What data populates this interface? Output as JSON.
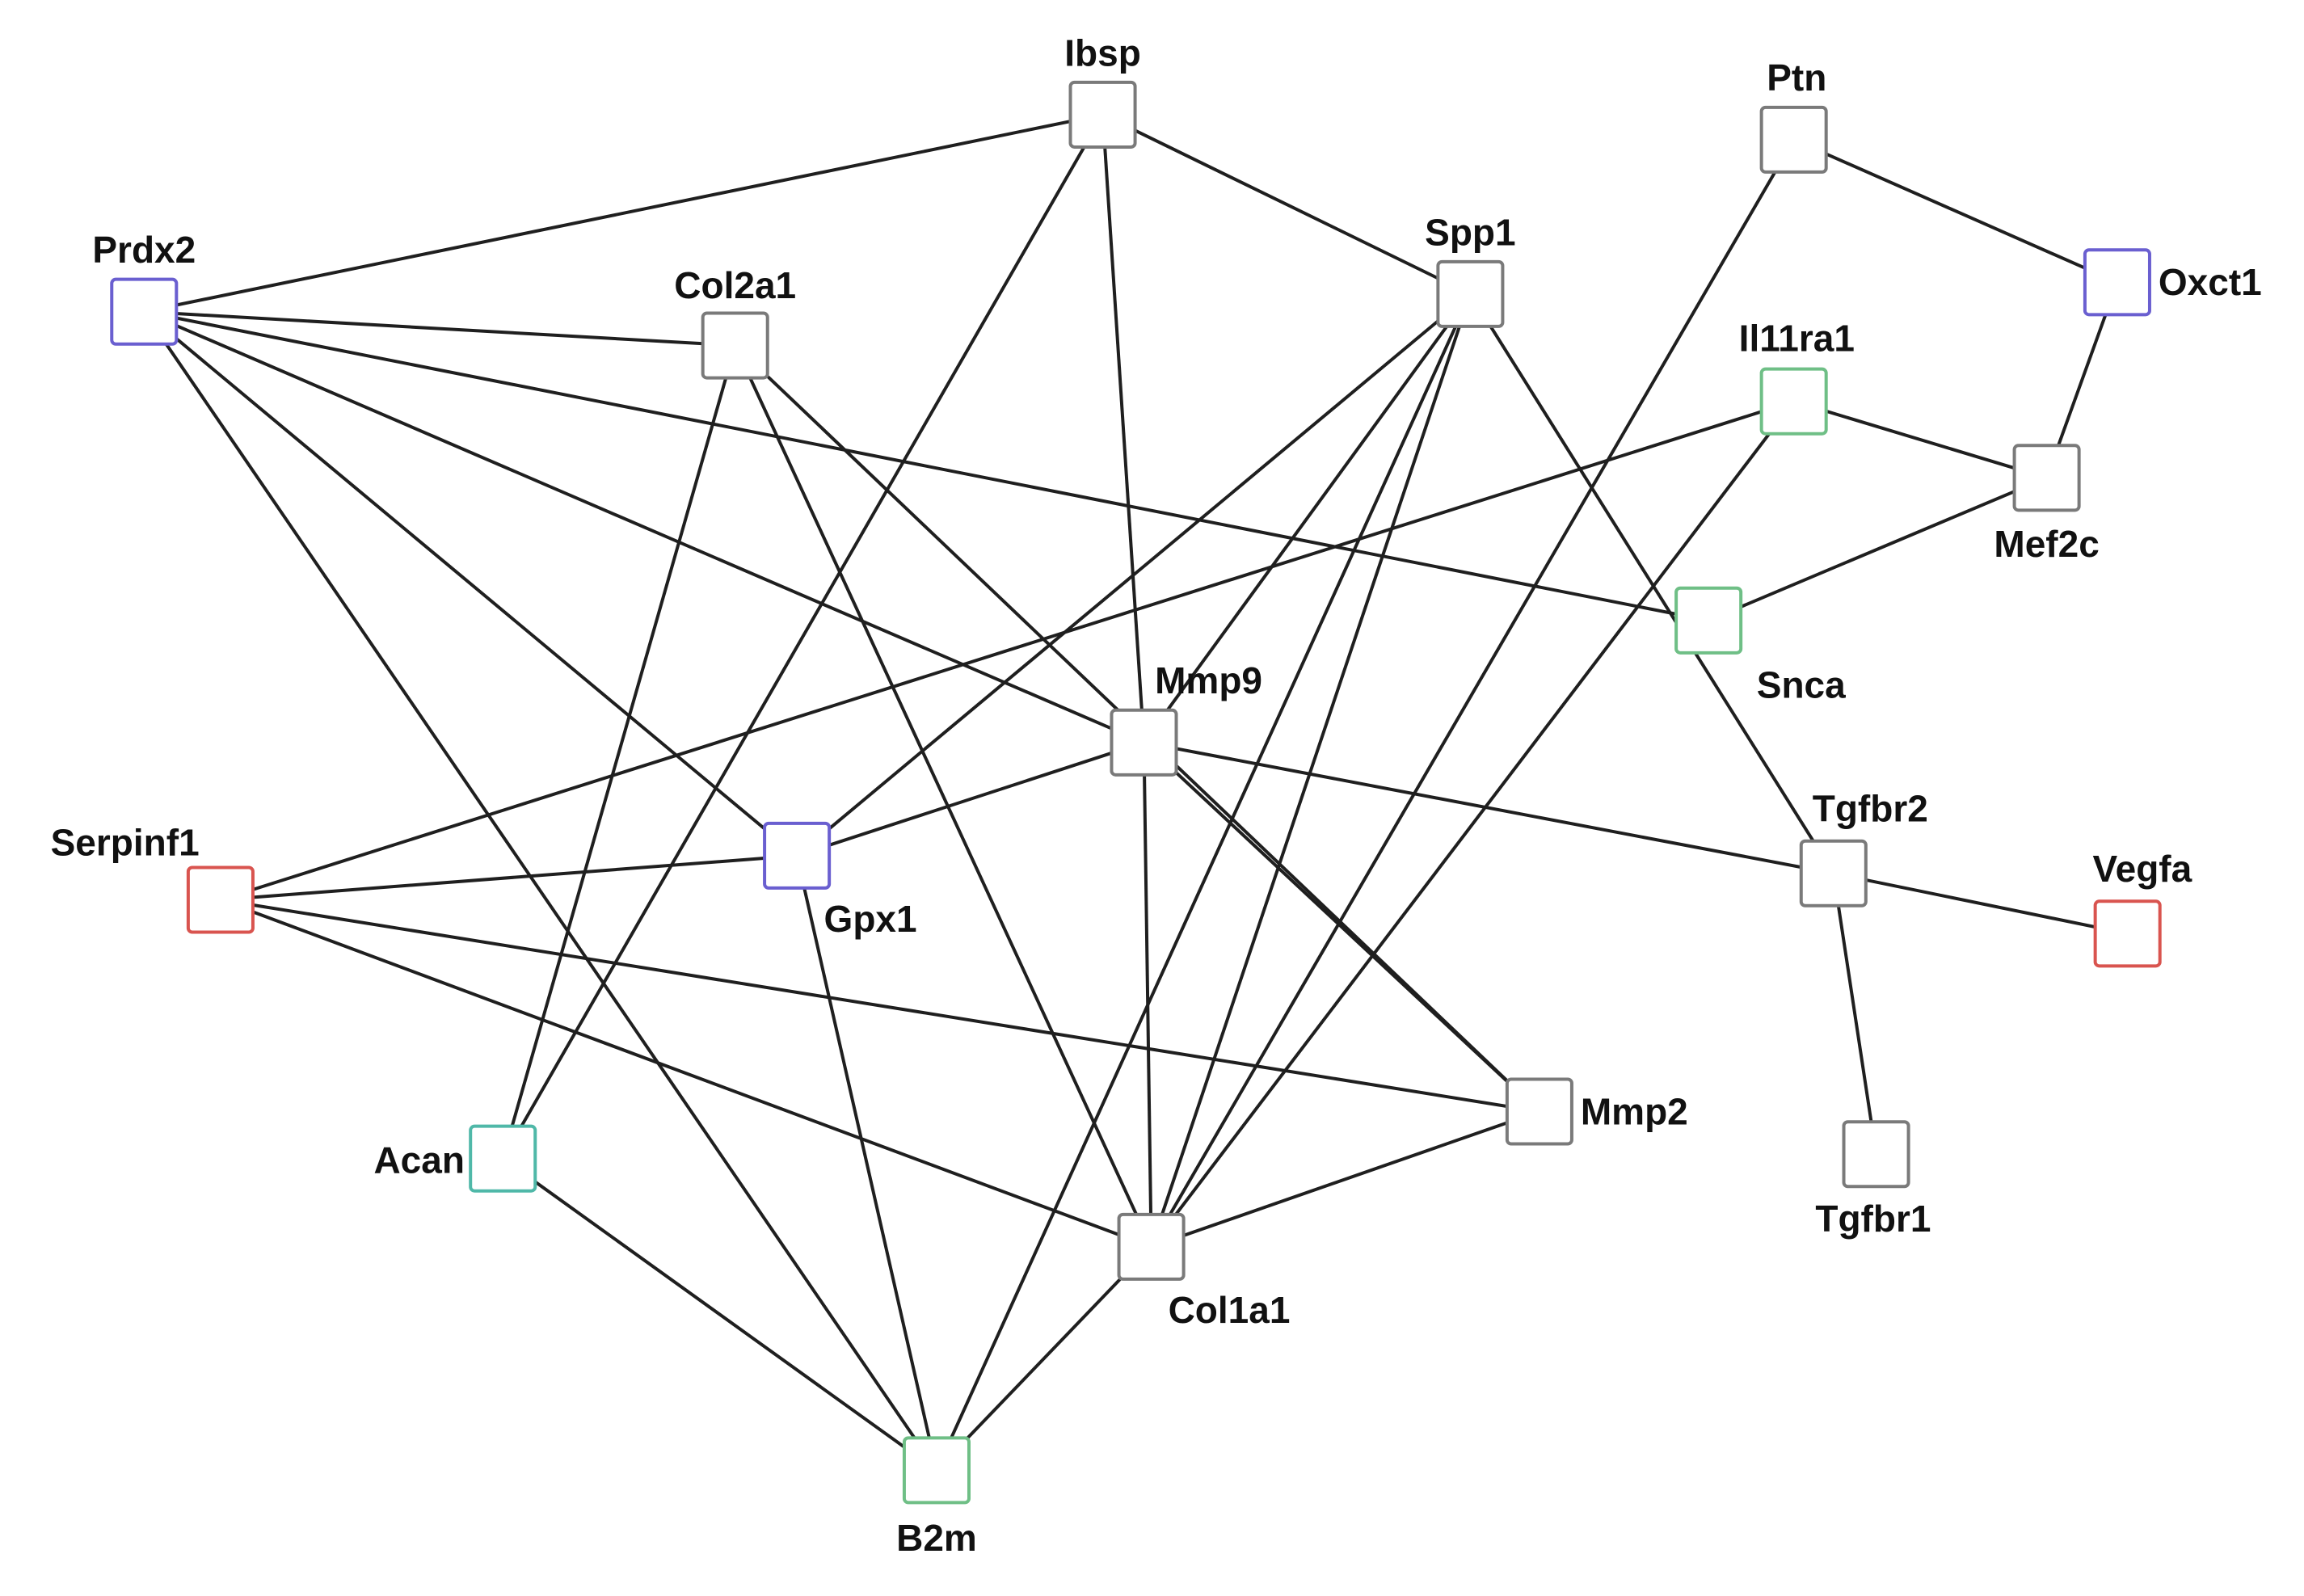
{
  "colors": {
    "default": "#7a7a7a",
    "blue": "#6a5fd0",
    "green": "#6fbf86",
    "red": "#d9544f",
    "teal": "#4fb8a8",
    "edge": "#1f1f1f"
  },
  "nodes": [
    {
      "id": "Ibsp",
      "label": "Ibsp",
      "color": "default"
    },
    {
      "id": "Ptn",
      "label": "Ptn",
      "color": "default"
    },
    {
      "id": "Prdx2",
      "label": "Prdx2",
      "color": "blue"
    },
    {
      "id": "Col2a1",
      "label": "Col2a1",
      "color": "default"
    },
    {
      "id": "Spp1",
      "label": "Spp1",
      "color": "default"
    },
    {
      "id": "Oxct1",
      "label": "Oxct1",
      "color": "blue"
    },
    {
      "id": "Il11ra1",
      "label": "Il11ra1",
      "color": "green"
    },
    {
      "id": "Mef2c",
      "label": "Mef2c",
      "color": "default"
    },
    {
      "id": "Snca",
      "label": "Snca",
      "color": "green"
    },
    {
      "id": "Mmp9",
      "label": "Mmp9",
      "color": "default"
    },
    {
      "id": "Serpinf1",
      "label": "Serpinf1",
      "color": "red"
    },
    {
      "id": "Gpx1",
      "label": "Gpx1",
      "color": "blue"
    },
    {
      "id": "Tgfbr2",
      "label": "Tgfbr2",
      "color": "default"
    },
    {
      "id": "Vegfa",
      "label": "Vegfa",
      "color": "red"
    },
    {
      "id": "Mmp2",
      "label": "Mmp2",
      "color": "default"
    },
    {
      "id": "Acan",
      "label": "Acan",
      "color": "teal"
    },
    {
      "id": "Tgfbr1",
      "label": "Tgfbr1",
      "color": "default"
    },
    {
      "id": "Col1a1",
      "label": "Col1a1",
      "color": "default"
    },
    {
      "id": "B2m",
      "label": "B2m",
      "color": "green"
    }
  ],
  "edges": [
    [
      "Prdx2",
      "Ibsp"
    ],
    [
      "Prdx2",
      "Col2a1"
    ],
    [
      "Prdx2",
      "Snca"
    ],
    [
      "Prdx2",
      "Mmp9"
    ],
    [
      "Prdx2",
      "Gpx1"
    ],
    [
      "Prdx2",
      "B2m"
    ],
    [
      "Ibsp",
      "Spp1"
    ],
    [
      "Ibsp",
      "Acan"
    ],
    [
      "Ibsp",
      "Mmp9"
    ],
    [
      "Col2a1",
      "Acan"
    ],
    [
      "Col2a1",
      "Col1a1"
    ],
    [
      "Col2a1",
      "Mmp2"
    ],
    [
      "Spp1",
      "Gpx1"
    ],
    [
      "Spp1",
      "Tgfbr2"
    ],
    [
      "Spp1",
      "Mmp9"
    ],
    [
      "Spp1",
      "Col1a1"
    ],
    [
      "Spp1",
      "B2m"
    ],
    [
      "Ptn",
      "Oxct1"
    ],
    [
      "Ptn",
      "Col1a1"
    ],
    [
      "Oxct1",
      "Mef2c"
    ],
    [
      "Il11ra1",
      "Mef2c"
    ],
    [
      "Il11ra1",
      "Serpinf1"
    ],
    [
      "Il11ra1",
      "Col1a1"
    ],
    [
      "Mef2c",
      "Snca"
    ],
    [
      "Mmp9",
      "Gpx1"
    ],
    [
      "Mmp9",
      "Col1a1"
    ],
    [
      "Mmp9",
      "Mmp2"
    ],
    [
      "Mmp9",
      "Tgfbr2"
    ],
    [
      "Serpinf1",
      "Gpx1"
    ],
    [
      "Serpinf1",
      "Mmp2"
    ],
    [
      "Serpinf1",
      "Col1a1"
    ],
    [
      "Gpx1",
      "B2m"
    ],
    [
      "Tgfbr2",
      "Vegfa"
    ],
    [
      "Tgfbr2",
      "Tgfbr1"
    ],
    [
      "Mmp2",
      "Col1a1"
    ],
    [
      "Acan",
      "B2m"
    ],
    [
      "Col1a1",
      "B2m"
    ]
  ]
}
